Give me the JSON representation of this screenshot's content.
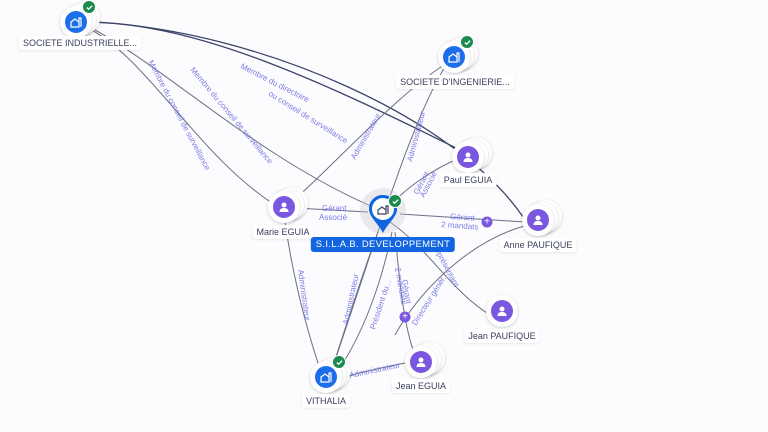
{
  "graph": {
    "center": {
      "name": "S.I.L.A.B. DEVELOPPEMENT",
      "type": "company",
      "verified": true
    },
    "nodes": [
      {
        "id": "societe-industrielle",
        "name": "SOCIETE INDUSTRIELLE...",
        "type": "company",
        "verified": true
      },
      {
        "id": "societe-ingenierie",
        "name": "SOCIETE D'INGENIERIE...",
        "type": "company",
        "verified": true
      },
      {
        "id": "paul-eguia",
        "name": "Paul EGUIA",
        "type": "person"
      },
      {
        "id": "marie-eguia",
        "name": "Marie EGUIA",
        "type": "person"
      },
      {
        "id": "anne-paufique",
        "name": "Anne PAUFIQUE",
        "type": "person"
      },
      {
        "id": "jean-paufique",
        "name": "Jean PAUFIQUE",
        "type": "person"
      },
      {
        "id": "vithalia",
        "name": "VITHALIA",
        "type": "company",
        "verified": true
      },
      {
        "id": "jean-eguia",
        "name": "Jean EGUIA",
        "type": "person"
      }
    ],
    "edge_labels": {
      "membre_directoire": "Membre du directoire",
      "membre_directoire_2": "ou conseil de surveillance",
      "membre_conseil_1": "Membre du conseil de surveillance",
      "membre_conseil_2": "Membre du conseil de surveillance",
      "admin_1": "Administrateur",
      "admin_2": "Administrateur",
      "admin_3": "Administrateur",
      "admin_4": "Administrateur",
      "admin_5": "Administrateur",
      "gerant_marie_1": "Gérant",
      "gerant_marie_2": "Associé",
      "gerant_paul_1": "Gérant",
      "gerant_paul_2": "Associé",
      "gerant_anne_1": "Gérant",
      "gerant_anne_2": "2 mandats",
      "gerant_jean_1": "Gérant",
      "gerant_jean_2": "2 mandats",
      "president": "Président du...",
      "directeur": "Directeur génér...",
      "representant": "Représentant"
    },
    "expand_buttons": [
      "+",
      "+"
    ]
  }
}
